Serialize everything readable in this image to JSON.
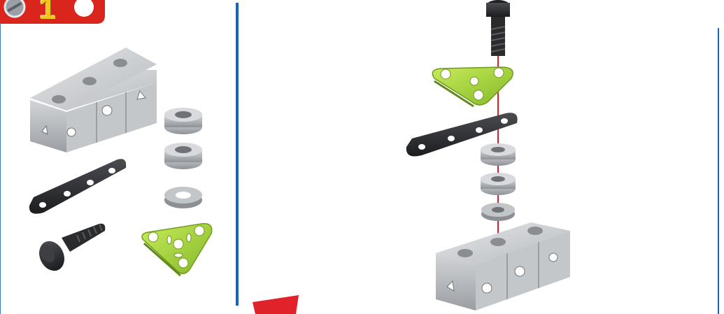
{
  "step": {
    "number": "1",
    "badge_color": "#d9251c",
    "number_color": "#f4c51c"
  },
  "parts_panel": {
    "items": [
      "cube-block-3x",
      "black-strip-4-hole",
      "spacer-ring-1",
      "spacer-ring-2",
      "washer",
      "black-bolt",
      "green-triangle-plate"
    ]
  },
  "assembly": {
    "items": [
      "black-bolt",
      "green-triangle-plate",
      "black-strip",
      "spacer-ring",
      "spacer-ring",
      "washer",
      "cube-block-3x"
    ],
    "guide_line_color": "#d6202a"
  },
  "colors": {
    "divider": "#1266b3",
    "green_part": "#a7d63a",
    "black_part": "#2a2b2d",
    "grey_part": "#bdbfc2"
  }
}
